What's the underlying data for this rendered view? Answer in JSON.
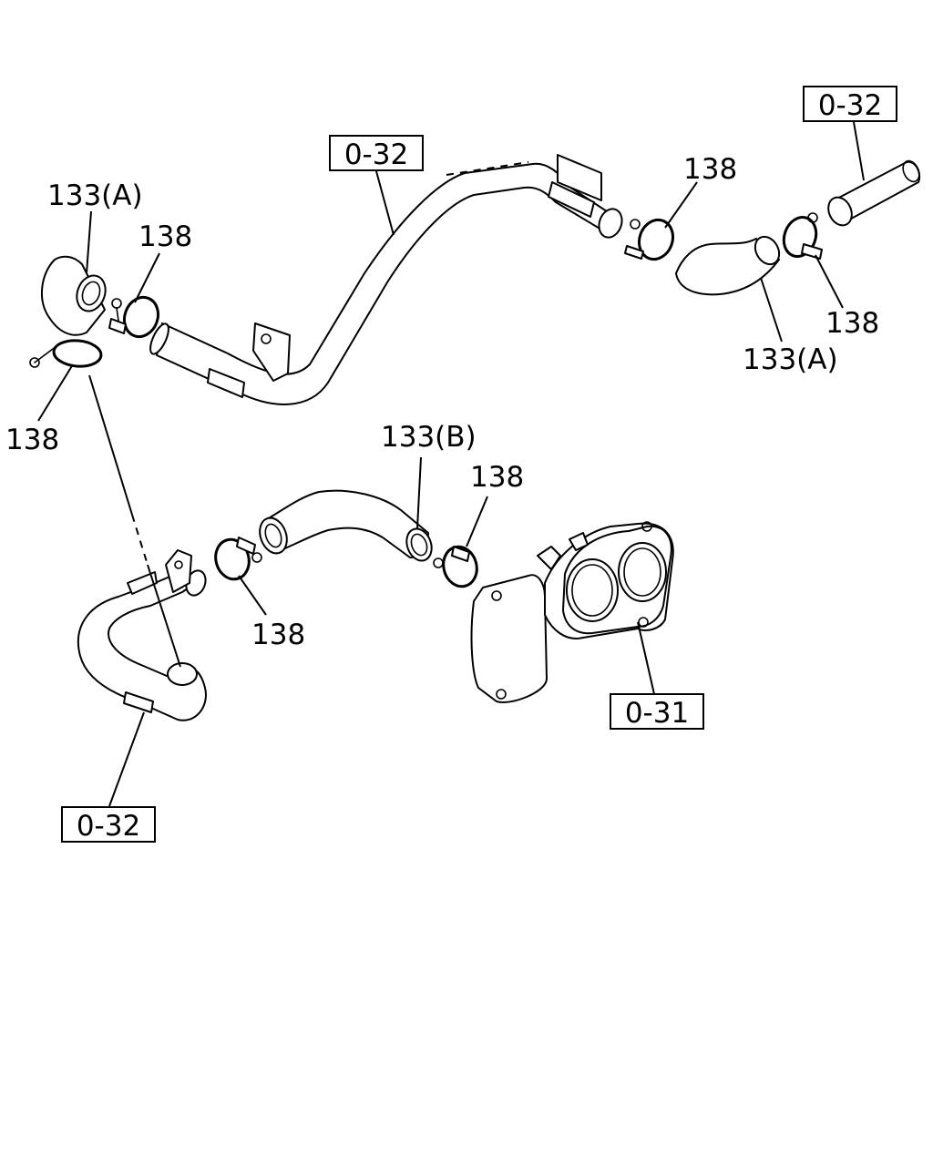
{
  "labels": {
    "ref_top_right": "0-32",
    "ref_top_mid": "0-32",
    "ref_bottom_left": "0-32",
    "ref_housing": "0-31",
    "hose_a_left": "133(A)",
    "hose_a_right": "133(A)",
    "hose_b": "133(B)",
    "clamp_top_left_a": "138",
    "clamp_top_left_b": "138",
    "clamp_top_mid": "138",
    "clamp_top_right": "138",
    "clamp_mid": "138",
    "clamp_mid_right": "138"
  }
}
